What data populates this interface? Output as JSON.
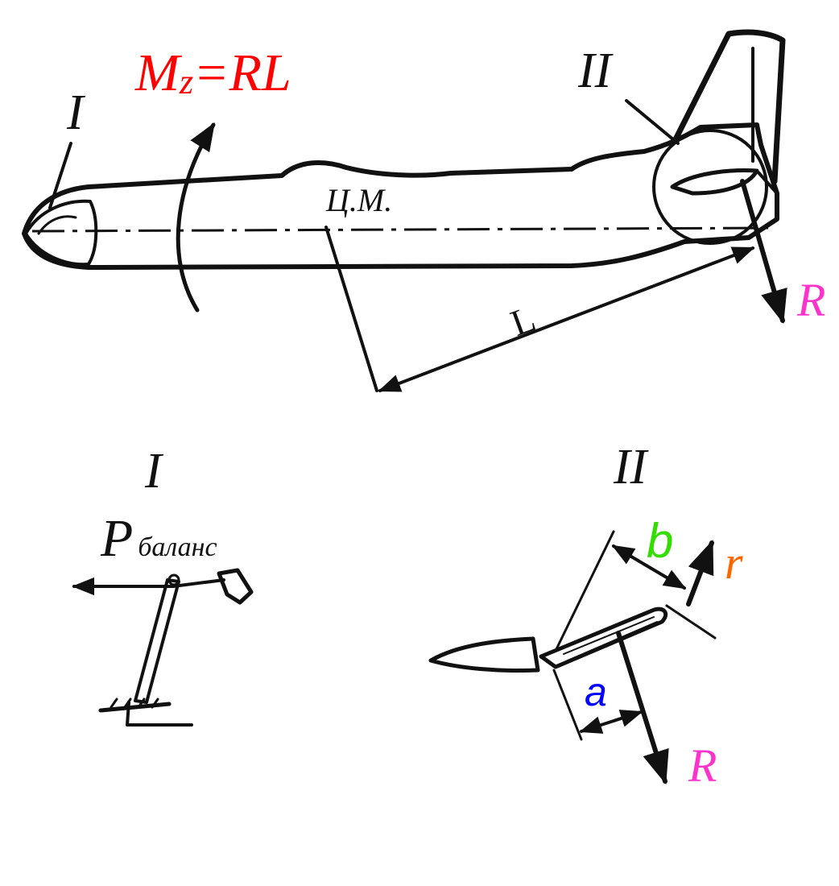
{
  "labels": {
    "moment_equation": "Mz=RL",
    "moment_M": "M",
    "moment_z": "z",
    "moment_rest": "=RL",
    "detail_I_top": "I",
    "detail_II_top": "II",
    "center_of_mass": "Ц.М.",
    "lever_arm": "L",
    "force_R_top": "R",
    "detail_I_heading": "I",
    "detail_II_heading": "II",
    "balance_force_P": "P",
    "balance_force_sub": "баланс",
    "arm_b": "b",
    "force_r": "r",
    "arm_a": "a",
    "force_R_bottom": "R"
  },
  "colors": {
    "moment_equation": "#ff0000",
    "force_R": "#ff33cc",
    "arm_b": "#33dd00",
    "force_r": "#ff6600",
    "arm_a": "#0000ff",
    "ink": "#111111"
  },
  "icons": [
    "airplane-fuselage",
    "vertical-stabilizer",
    "rotation-arrow",
    "balance-weight-linkage",
    "stabilizer-section"
  ]
}
